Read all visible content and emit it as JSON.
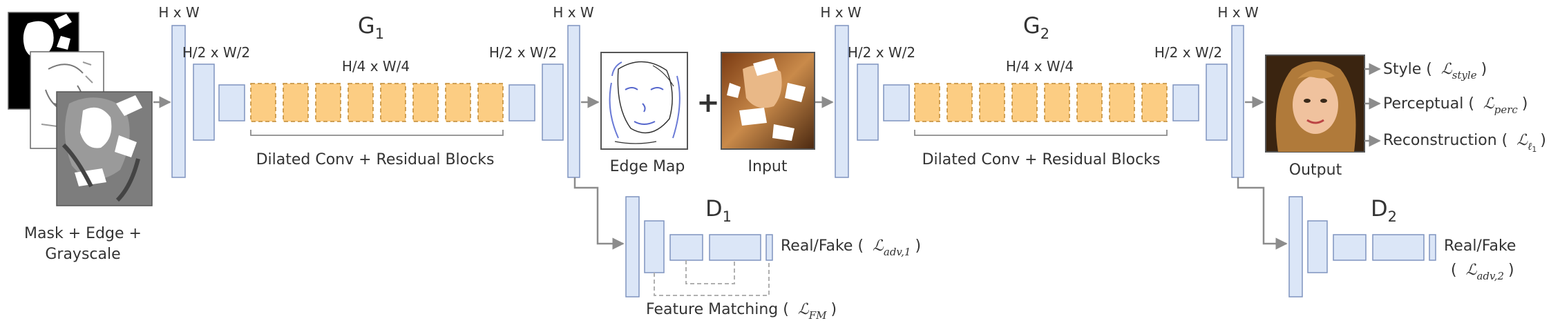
{
  "colors": {
    "block_fill": "#dbe6f7",
    "block_stroke": "#7f94bf",
    "residual_fill": "#fccd83",
    "residual_stroke": "#c08a33",
    "arrow": "#8c8c8c",
    "dashed": "#b0b0b0",
    "text": "#333333"
  },
  "inputs": {
    "label_line1": "Mask + Edge +",
    "label_line2": "Grayscale"
  },
  "g1": {
    "title": "G",
    "title_sub": "1",
    "in_size": "H x W",
    "down_size": "H/2 x W/2",
    "mid_size": "H/4 x W/4",
    "up_size": "H/2 x W/2",
    "out_size": "H x W",
    "residual_count": 8,
    "caption": "Dilated Conv + Residual Blocks"
  },
  "edge_map": {
    "label": "Edge Map"
  },
  "plus": "+",
  "input_image": {
    "label": "Input"
  },
  "g2": {
    "title": "G",
    "title_sub": "2",
    "in_size": "H x W",
    "down_size": "H/2 x W/2",
    "mid_size": "H/4 x W/4",
    "up_size": "H/2 x W/2",
    "out_size": "H x W",
    "residual_count": 8,
    "caption": "Dilated Conv + Residual Blocks"
  },
  "output": {
    "label": "Output"
  },
  "losses": {
    "style": {
      "name": "Style (",
      "symbol": "ℒ",
      "sub": "style",
      "close": ")"
    },
    "perceptual": {
      "name": "Perceptual (",
      "symbol": "ℒ",
      "sub": "perc",
      "close": ")"
    },
    "reconstruction": {
      "name": "Reconstruction (",
      "symbol": "ℒ",
      "sub": "ℓ",
      "sub2": "1",
      "close": ")"
    }
  },
  "d1": {
    "title": "D",
    "title_sub": "1",
    "output_prefix": "Real/Fake (",
    "symbol": "ℒ",
    "sub": "adv,1",
    "close": ")",
    "fm_prefix": "Feature Matching (",
    "fm_symbol": "ℒ",
    "fm_sub": "FM",
    "fm_close": ")"
  },
  "d2": {
    "title": "D",
    "title_sub": "2",
    "output_line1": "Real/Fake",
    "open": "(",
    "symbol": "ℒ",
    "sub": "adv,2",
    "close": ")"
  }
}
